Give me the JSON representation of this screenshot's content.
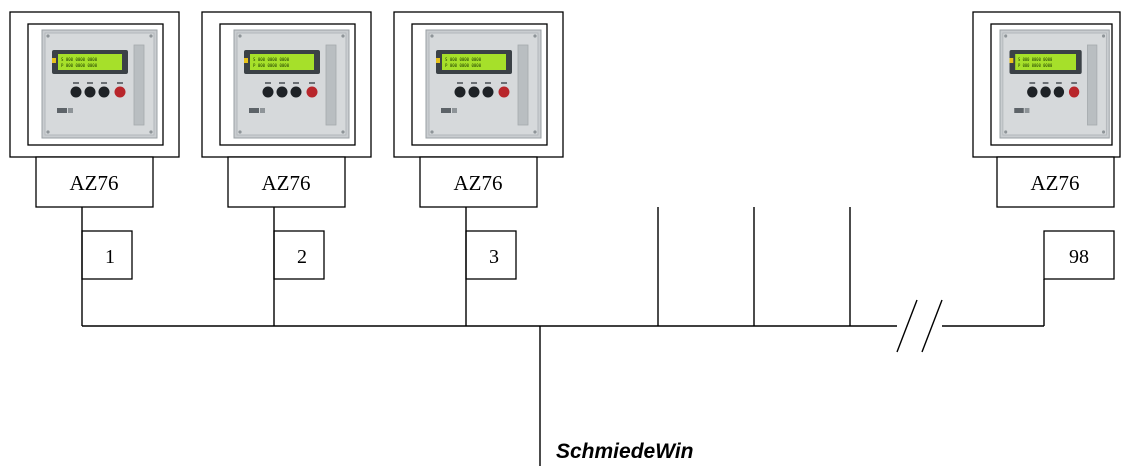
{
  "diagram": {
    "nodes": [
      {
        "device": "AZ76",
        "address": "1"
      },
      {
        "device": "AZ76",
        "address": "2"
      },
      {
        "device": "AZ76",
        "address": "3"
      },
      {
        "device": "AZ76",
        "address": "98"
      }
    ],
    "host": "SchmiedeWin",
    "colors": {
      "line": "#000000",
      "panel": "#c9cdd0",
      "lcd": "#a6e02a",
      "button_dark": "#1e2226",
      "button_red": "#b8262b"
    }
  }
}
